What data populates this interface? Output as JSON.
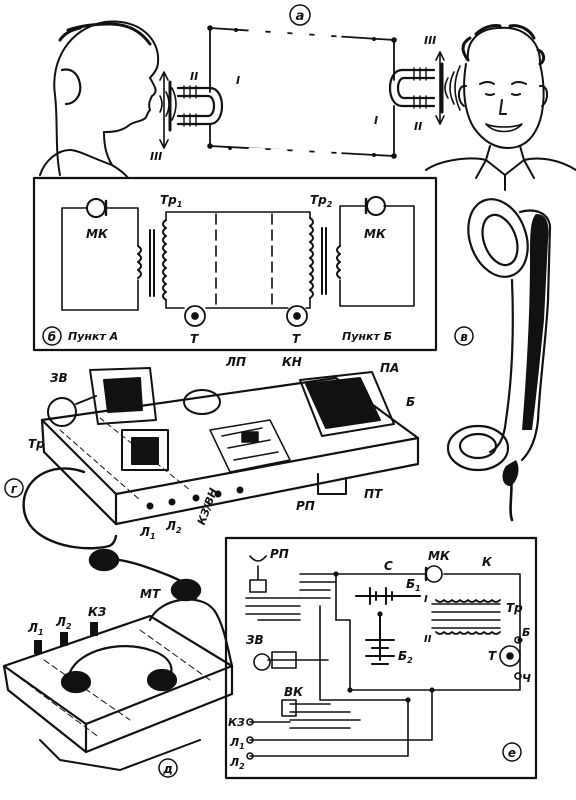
{
  "panels": {
    "a": {
      "letter": "а",
      "labels": {
        "num_ii_left": "II",
        "num_i_left": "I",
        "num_iii_left": "III",
        "num_iii_right": "III",
        "num_i_right": "I",
        "num_ii_right": "II"
      }
    },
    "b": {
      "letter": "б",
      "labels": {
        "tr1": "Тр",
        "tr1_sub": "1",
        "tr2": "Тр",
        "tr2_sub": "2",
        "mk_left": "МК",
        "mk_right": "МК",
        "t_left": "Т",
        "t_right": "Т",
        "point_a": "Пункт А",
        "point_b": "Пункт Б"
      }
    },
    "v": {
      "letter": "в"
    },
    "g": {
      "letter": "г",
      "labels": {
        "zv": "ЗВ",
        "lp": "ЛП",
        "kn": "КН",
        "pa": "ПА",
        "b": "Б",
        "tr": "Тр",
        "rp": "РП",
        "pt": "ПТ",
        "l1": "Л",
        "l1_sub": "1",
        "l2": "Л",
        "l2_sub": "2",
        "kz_vn": "КЗ/ВН",
        "mt": "МТ"
      }
    },
    "d": {
      "letter": "д",
      "labels": {
        "l1": "Л",
        "l1_sub": "1",
        "l2": "Л",
        "l2_sub": "2",
        "kz": "КЗ"
      }
    },
    "e": {
      "letter": "е",
      "labels": {
        "rp": "РП",
        "c": "С",
        "mk": "МК",
        "k": "К",
        "b1": "Б",
        "b1_sub": "1",
        "b2": "Б",
        "b2_sub": "2",
        "tr": "Тр",
        "zv": "ЗВ",
        "vk": "ВК",
        "kz": "КЗ",
        "l1": "Л",
        "l1_sub": "1",
        "l2": "Л",
        "l2_sub": "2",
        "i": "I",
        "ii": "II",
        "b": "Б",
        "ch": "Ч",
        "t": "Т"
      }
    }
  }
}
